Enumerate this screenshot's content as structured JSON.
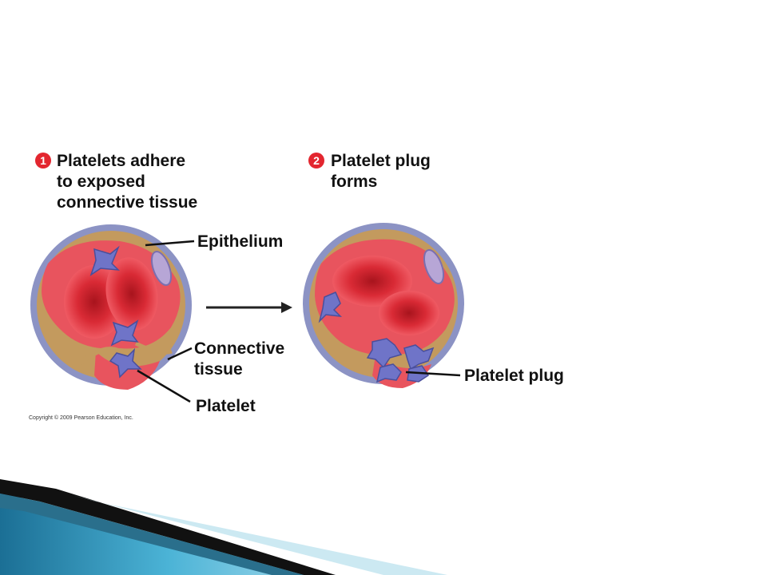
{
  "steps": [
    {
      "number": "1",
      "title": "Platelets adhere\nto exposed\nconnective tissue"
    },
    {
      "number": "2",
      "title": "Platelet plug\nforms"
    }
  ],
  "labels": {
    "epithelium": "Epithelium",
    "connective_tissue": "Connective\ntissue",
    "platelet": "Platelet",
    "platelet_plug": "Platelet plug"
  },
  "copyright": "Copyright © 2009 Pearson Education, Inc.",
  "colors": {
    "vessel_outer": "#8c93c4",
    "vessel_tan": "#c39a5e",
    "lumen": "#e8545e",
    "rbc": "#d92a35",
    "platelet": "#6f74c8",
    "badge": "#e3262f",
    "decor_blue": "#2f8fb3"
  }
}
